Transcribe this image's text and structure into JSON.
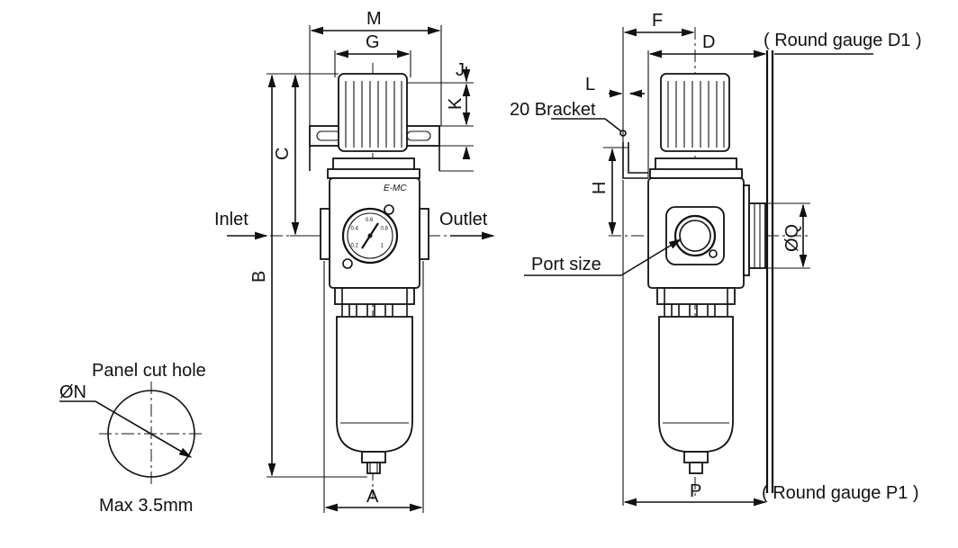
{
  "labels": {
    "inlet": "Inlet",
    "outlet": "Outlet",
    "bracket": "20 Bracket",
    "port_size": "Port size",
    "panel_cut_hole": "Panel cut hole",
    "max_thickness": "Max 3.5mm",
    "round_gauge_d1": "( Round gauge D1 )",
    "round_gauge_p1": "( Round gauge P1 )",
    "brand_mark": "E-MC"
  },
  "dimensions": {
    "A": "A",
    "B": "B",
    "C": "C",
    "D": "D",
    "F": "F",
    "G": "G",
    "H": "H",
    "J": "J",
    "K": "K",
    "L": "L",
    "M": "M",
    "P": "P",
    "diameter_N": "ØN",
    "diameter_Q": "ØQ"
  },
  "gauge_ticks": [
    "0.2",
    "0.4",
    "0.6",
    "0.8",
    "1"
  ]
}
